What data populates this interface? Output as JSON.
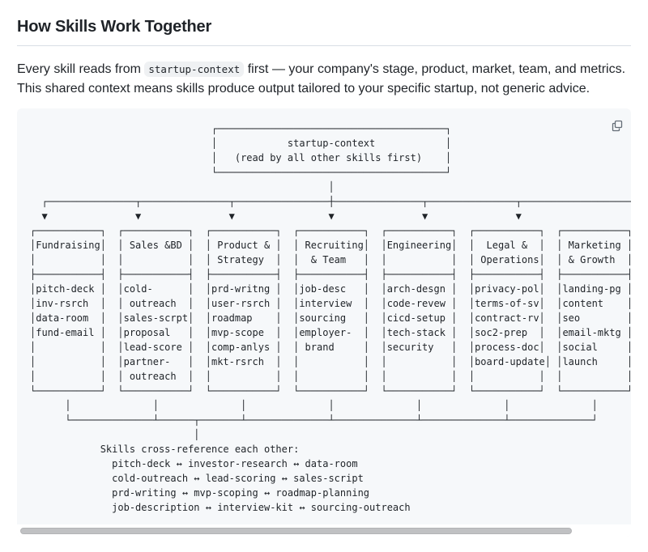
{
  "colors": {
    "page_background": "#ffffff",
    "text": "#1f2328",
    "title_rule": "#d8dee4",
    "code_block_background": "#f6f8fa",
    "inline_code_background": "#eff1f3",
    "copy_icon": "#636c76",
    "scrollbar_thumb": "#c0c1c3"
  },
  "header": {
    "title": "How Skills Work Together"
  },
  "intro": {
    "text_before": "Every skill reads from",
    "inline_code": "startup-context",
    "text_after": "first — your company's stage, product, market, team, and metrics. This shared context means skills produce output tailored to your specific startup, not generic advice."
  },
  "code_block": {
    "lines": [
      "                               ┌───────────────────────────────────────┐",
      "                               │            startup-context            │",
      "                               │   (read by all other skills first)    │",
      "                               └───────────────────────────────────────┘",
      "                                                   │",
      "  ┌───────────────┬───────────────┬────────────────┼───────────────┬───────────────┬───────────────────┐",
      "  ▼               ▼               ▼                ▼               ▼               ▼                   ▼",
      "┌───────────┐  ┌───────────┐  ┌───────────┐  ┌───────────┐  ┌───────────┐  ┌───────────┐  ┌───────────┐",
      "│Fundraising│  │ Sales &BD │  │ Product & │  │ Recruiting│  │Engineering│  │  Legal &  │  │ Marketing │",
      "│           │  │           │  │ Strategy  │  │  & Team   │  │           │  │ Operations│  │ & Growth  │",
      "├───────────┤  ├───────────┤  ├───────────┤  ├───────────┤  ├───────────┤  ├───────────┤  ├───────────┤",
      "│pitch-deck │  │cold-      │  │prd-writng │  │job-desc   │  │arch-desgn │  │privacy-pol│  │landing-pg │",
      "│inv-rsrch  │  │ outreach  │  │user-rsrch │  │interview  │  │code-revew │  │terms-of-sv│  │content    │",
      "│data-room  │  │sales-scrpt│  │roadmap    │  │sourcing   │  │cicd-setup │  │contract-rv│  │seo        │",
      "│fund-email │  │proposal   │  │mvp-scope  │  │employer-  │  │tech-stack │  │soc2-prep  │  │email-mktg │",
      "│           │  │lead-score │  │comp-anlys │  │ brand     │  │security   │  │process-doc│  │social     │",
      "│           │  │partner-   │  │mkt-rsrch  │  │           │  │           │  │board-update│ │launch     │",
      "│           │  │ outreach  │  │           │  │           │  │           │  │           │  │           │",
      "└───────────┘  └───────────┘  └───────────┘  └───────────┘  └───────────┘  └───────────┘  └───────────┘",
      "      │              │              │              │              │              │              │",
      "      └──────────────┴──────┬───────┴──────────────┴──────────────┴──────────────┴──────────────┘",
      "                            │",
      "            Skills cross-reference each other:",
      "              pitch-deck ↔ investor-research ↔ data-room",
      "              cold-outreach ↔ lead-scoring ↔ sales-script",
      "              prd-writing ↔ mvp-scoping ↔ roadmap-planning",
      "              job-description ↔ interview-kit ↔ sourcing-outreach"
    ]
  },
  "diagram": {
    "root": {
      "label": "startup-context",
      "note": "(read by all other skills first)"
    },
    "categories": [
      {
        "label": "Fundraising",
        "skills": [
          "pitch-deck",
          "inv-rsrch",
          "data-room",
          "fund-email"
        ]
      },
      {
        "label": "Sales &BD",
        "skills": [
          "cold-outreach",
          "sales-scrpt",
          "proposal",
          "lead-score",
          "partner-outreach"
        ]
      },
      {
        "label": "Product & Strategy",
        "skills": [
          "prd-writng",
          "user-rsrch",
          "roadmap",
          "mvp-scope",
          "comp-anlys",
          "mkt-rsrch"
        ]
      },
      {
        "label": "Recruiting & Team",
        "skills": [
          "job-desc",
          "interview",
          "sourcing",
          "employer-brand"
        ]
      },
      {
        "label": "Engineering",
        "skills": [
          "arch-desgn",
          "code-revew",
          "cicd-setup",
          "tech-stack",
          "security"
        ]
      },
      {
        "label": "Legal & Operations",
        "skills": [
          "privacy-pol",
          "terms-of-sv",
          "contract-rv",
          "soc2-prep",
          "process-doc",
          "board-update"
        ]
      },
      {
        "label": "Marketing & Growth",
        "skills": [
          "landing-pg",
          "content",
          "seo",
          "email-mktg",
          "social",
          "launch"
        ]
      }
    ],
    "cross_references": {
      "heading": "Skills cross-reference each other:",
      "chains": [
        [
          "pitch-deck",
          "investor-research",
          "data-room"
        ],
        [
          "cold-outreach",
          "lead-scoring",
          "sales-script"
        ],
        [
          "prd-writing",
          "mvp-scoping",
          "roadmap-planning"
        ],
        [
          "job-description",
          "interview-kit",
          "sourcing-outreach"
        ]
      ]
    }
  }
}
